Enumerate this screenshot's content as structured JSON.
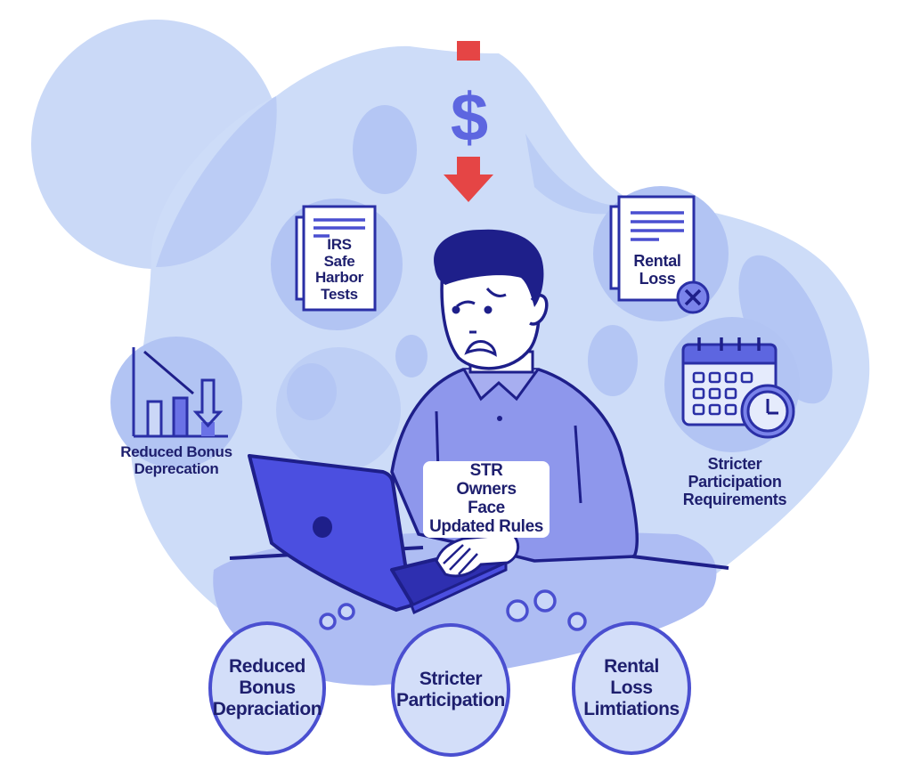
{
  "illustration": {
    "title_card": [
      "STR",
      "Owners",
      "Face",
      "Updated Rules"
    ],
    "top_symbol": {
      "icon": "dollar-down-icon",
      "glyph": "$"
    },
    "icons": [
      {
        "id": "irs",
        "icon": "document-icon",
        "lines": [
          "IRS",
          "Safe",
          "Harbor",
          "Tests"
        ]
      },
      {
        "id": "rental-loss",
        "icon": "document-cancel-icon",
        "lines": [
          "Rental",
          "Loss"
        ]
      },
      {
        "id": "bonus",
        "icon": "declining-bar-chart-icon",
        "lines": [
          "Reduced Bonus",
          "Deprecation"
        ]
      },
      {
        "id": "participation",
        "icon": "calendar-clock-icon",
        "lines": [
          "Stricter",
          "Participation",
          "Requirements"
        ]
      }
    ],
    "bottom_bubbles": [
      {
        "lines": [
          "Reduced",
          "Bonus",
          "Depraciation"
        ]
      },
      {
        "lines": [
          "Stricter",
          "Participation"
        ]
      },
      {
        "lines": [
          "Rental",
          "Loss",
          "Limtiations"
        ]
      }
    ]
  },
  "colors": {
    "background_blob": "#cddcf8",
    "blob_dark": "#b2c4f3",
    "accent_blue": "#4a4fd0",
    "navy": "#1e1f8a",
    "shirt": "#8e97ec",
    "laptop": "#4b4fe0",
    "alert_red": "#e54545",
    "dollar_blue": "#5d66e0"
  }
}
